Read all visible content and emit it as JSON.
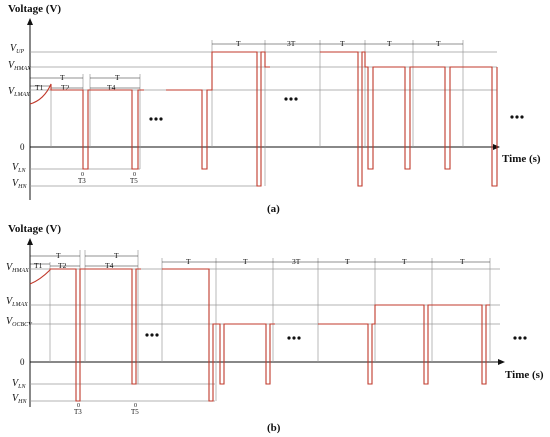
{
  "panel_a": {
    "y_title": "Voltage (V)",
    "x_title": "Time (s)",
    "caption": "(a)",
    "levels": [
      {
        "id": "vup",
        "main": "V",
        "sub": "UP"
      },
      {
        "id": "vhmax",
        "main": "V",
        "sub": "HMAX"
      },
      {
        "id": "vlmax",
        "main": "V",
        "sub": "LMAX"
      },
      {
        "id": "vln",
        "main": "V",
        "sub": "LN"
      },
      {
        "id": "vhn",
        "main": "V",
        "sub": "HN"
      }
    ],
    "origin": "0",
    "intervals": [
      "T1",
      "T2",
      "T",
      "T4",
      "T",
      "T",
      "3T",
      "T",
      "T",
      "T"
    ],
    "markers": [
      {
        "top": "0",
        "bottom": "T3"
      },
      {
        "top": "0",
        "bottom": "T5"
      }
    ]
  },
  "panel_b": {
    "y_title": "Voltage (V)",
    "x_title": "Time (s)",
    "caption": "(b)",
    "levels": [
      {
        "id": "vhmax",
        "main": "V",
        "sub": "HMAX"
      },
      {
        "id": "vlmax",
        "main": "V",
        "sub": "LMAX"
      },
      {
        "id": "vocv",
        "main": "V",
        "sub": "OCBCV"
      },
      {
        "id": "vln",
        "main": "V",
        "sub": "LN"
      },
      {
        "id": "vhn",
        "main": "V",
        "sub": "HN"
      }
    ],
    "origin": "0",
    "intervals": [
      "T1",
      "T2",
      "T",
      "T4",
      "T",
      "T",
      "T",
      "3T",
      "T",
      "T",
      "T"
    ],
    "markers": [
      {
        "top": "0",
        "bottom": "T3"
      },
      {
        "top": "0",
        "bottom": "T5"
      }
    ]
  },
  "colors": {
    "waveform": "#c0392b",
    "reference": "#9a9a9a",
    "axis": "#111111"
  }
}
